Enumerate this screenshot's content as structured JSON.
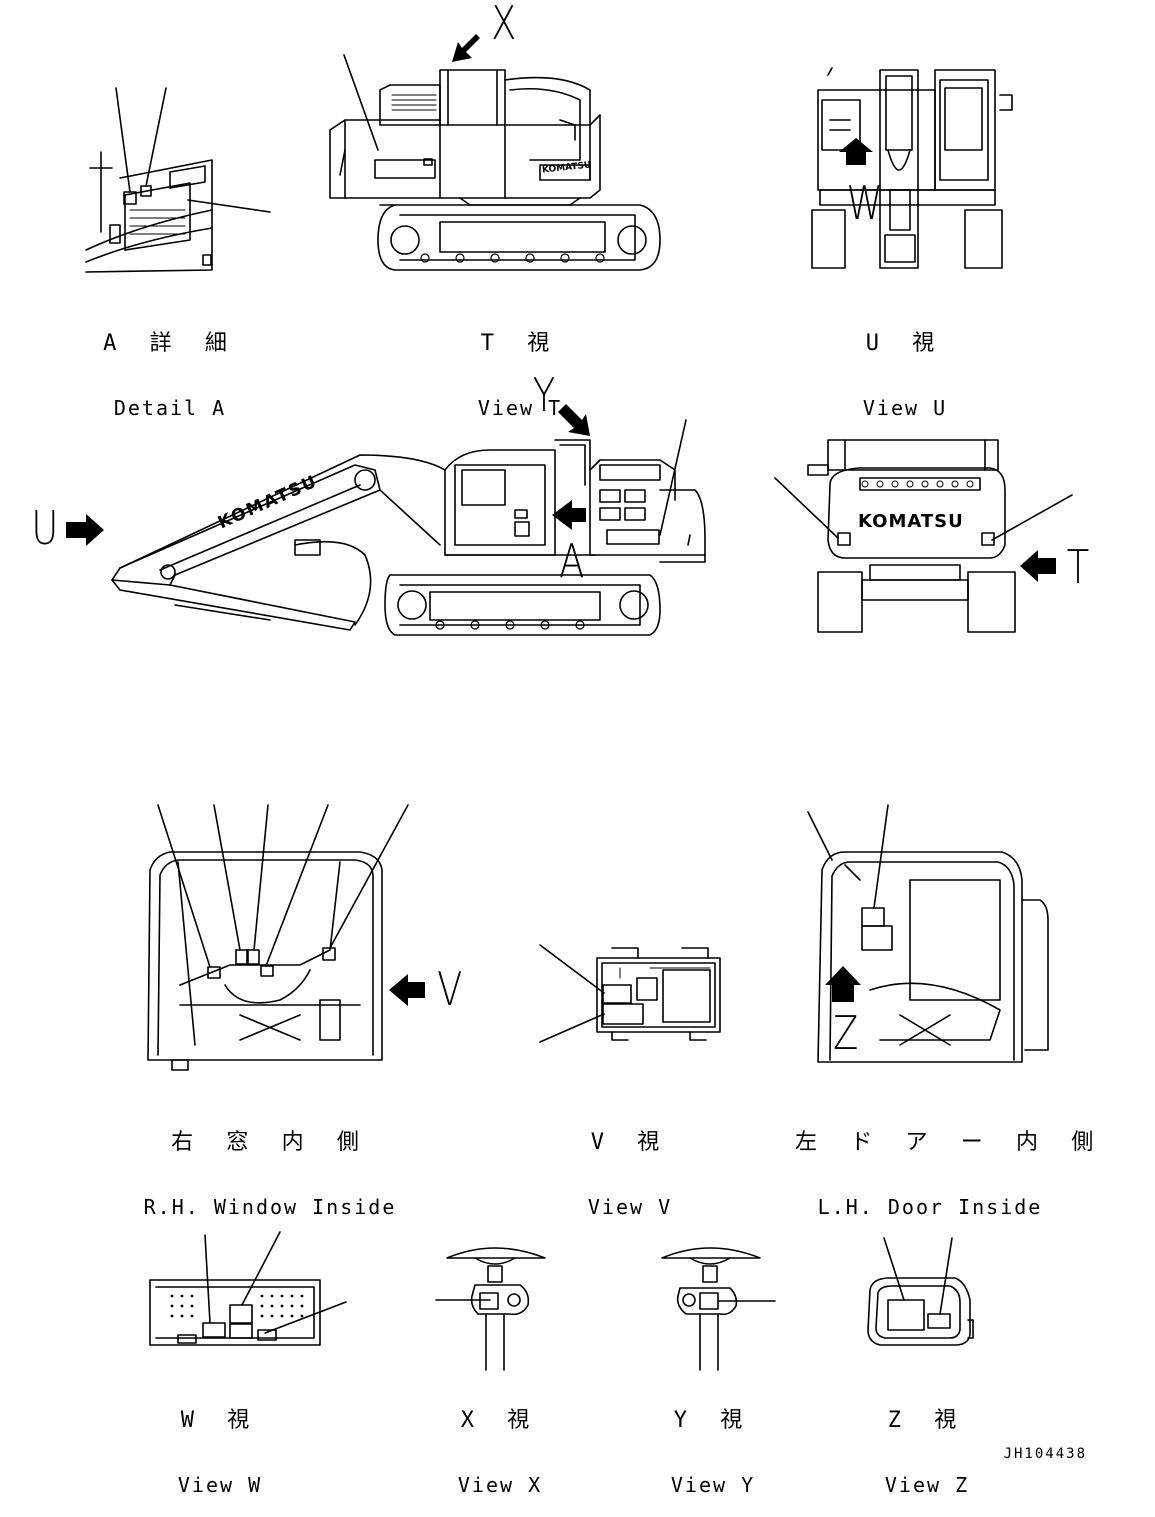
{
  "captions": {
    "detail_a": {
      "jp": "A 詳 細",
      "en": "Detail A"
    },
    "view_t": {
      "jp": "T 視",
      "en": "View T"
    },
    "view_u": {
      "jp": "U 視",
      "en": "View U"
    },
    "rh_window": {
      "jp": "右 窓 内 側",
      "en": "R.H. Window Inside"
    },
    "view_v": {
      "jp": "V 視",
      "en": "View V"
    },
    "lh_door": {
      "jp": "左 ド ア ー 内 側",
      "en": "L.H. Door Inside"
    },
    "view_w": {
      "jp": "W 視",
      "en": "View W"
    },
    "view_x": {
      "jp": "X 視",
      "en": "View X"
    },
    "view_y": {
      "jp": "Y 視",
      "en": "View Y"
    },
    "view_z": {
      "jp": "Z 視",
      "en": "View Z"
    }
  },
  "view_letters": {
    "x": "X",
    "y": "Y",
    "u": "U",
    "a": "A",
    "t": "T",
    "w": "W",
    "v": "V",
    "z": "Z"
  },
  "brand": "KOMATSU",
  "drawing_code": "JH104438",
  "colors": {
    "ink": "#000000",
    "paper": "#ffffff"
  }
}
